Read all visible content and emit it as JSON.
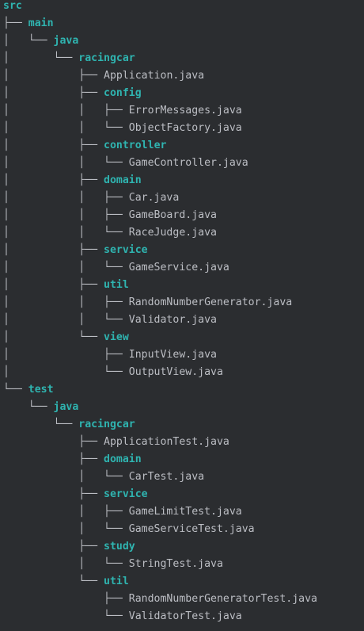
{
  "colors": {
    "background": "#2b2d30",
    "directory": "#2fb4b0",
    "file": "#bcbec4",
    "connector": "#bcbec4"
  },
  "tree": [
    {
      "prefix": "",
      "name": "src",
      "kind": "dir"
    },
    {
      "prefix": "├── ",
      "name": "main",
      "kind": "dir"
    },
    {
      "prefix": "│   └── ",
      "name": "java",
      "kind": "dir"
    },
    {
      "prefix": "│       └── ",
      "name": "racingcar",
      "kind": "dir"
    },
    {
      "prefix": "│           ├── ",
      "name": "Application.java",
      "kind": "file"
    },
    {
      "prefix": "│           ├── ",
      "name": "config",
      "kind": "dir"
    },
    {
      "prefix": "│           │   ├── ",
      "name": "ErrorMessages.java",
      "kind": "file"
    },
    {
      "prefix": "│           │   └── ",
      "name": "ObjectFactory.java",
      "kind": "file"
    },
    {
      "prefix": "│           ├── ",
      "name": "controller",
      "kind": "dir"
    },
    {
      "prefix": "│           │   └── ",
      "name": "GameController.java",
      "kind": "file"
    },
    {
      "prefix": "│           ├── ",
      "name": "domain",
      "kind": "dir"
    },
    {
      "prefix": "│           │   ├── ",
      "name": "Car.java",
      "kind": "file"
    },
    {
      "prefix": "│           │   ├── ",
      "name": "GameBoard.java",
      "kind": "file"
    },
    {
      "prefix": "│           │   └── ",
      "name": "RaceJudge.java",
      "kind": "file"
    },
    {
      "prefix": "│           ├── ",
      "name": "service",
      "kind": "dir"
    },
    {
      "prefix": "│           │   └── ",
      "name": "GameService.java",
      "kind": "file"
    },
    {
      "prefix": "│           ├── ",
      "name": "util",
      "kind": "dir"
    },
    {
      "prefix": "│           │   ├── ",
      "name": "RandomNumberGenerator.java",
      "kind": "file"
    },
    {
      "prefix": "│           │   └── ",
      "name": "Validator.java",
      "kind": "file"
    },
    {
      "prefix": "│           └── ",
      "name": "view",
      "kind": "dir"
    },
    {
      "prefix": "│               ├── ",
      "name": "InputView.java",
      "kind": "file"
    },
    {
      "prefix": "│               └── ",
      "name": "OutputView.java",
      "kind": "file"
    },
    {
      "prefix": "└── ",
      "name": "test",
      "kind": "dir"
    },
    {
      "prefix": "    └── ",
      "name": "java",
      "kind": "dir"
    },
    {
      "prefix": "        └── ",
      "name": "racingcar",
      "kind": "dir"
    },
    {
      "prefix": "            ├── ",
      "name": "ApplicationTest.java",
      "kind": "file"
    },
    {
      "prefix": "            ├── ",
      "name": "domain",
      "kind": "dir"
    },
    {
      "prefix": "            │   └── ",
      "name": "CarTest.java",
      "kind": "file"
    },
    {
      "prefix": "            ├── ",
      "name": "service",
      "kind": "dir"
    },
    {
      "prefix": "            │   ├── ",
      "name": "GameLimitTest.java",
      "kind": "file"
    },
    {
      "prefix": "            │   └── ",
      "name": "GameServiceTest.java",
      "kind": "file"
    },
    {
      "prefix": "            ├── ",
      "name": "study",
      "kind": "dir"
    },
    {
      "prefix": "            │   └── ",
      "name": "StringTest.java",
      "kind": "file"
    },
    {
      "prefix": "            └── ",
      "name": "util",
      "kind": "dir"
    },
    {
      "prefix": "                ├── ",
      "name": "RandomNumberGeneratorTest.java",
      "kind": "file"
    },
    {
      "prefix": "                └── ",
      "name": "ValidatorTest.java",
      "kind": "file"
    }
  ]
}
